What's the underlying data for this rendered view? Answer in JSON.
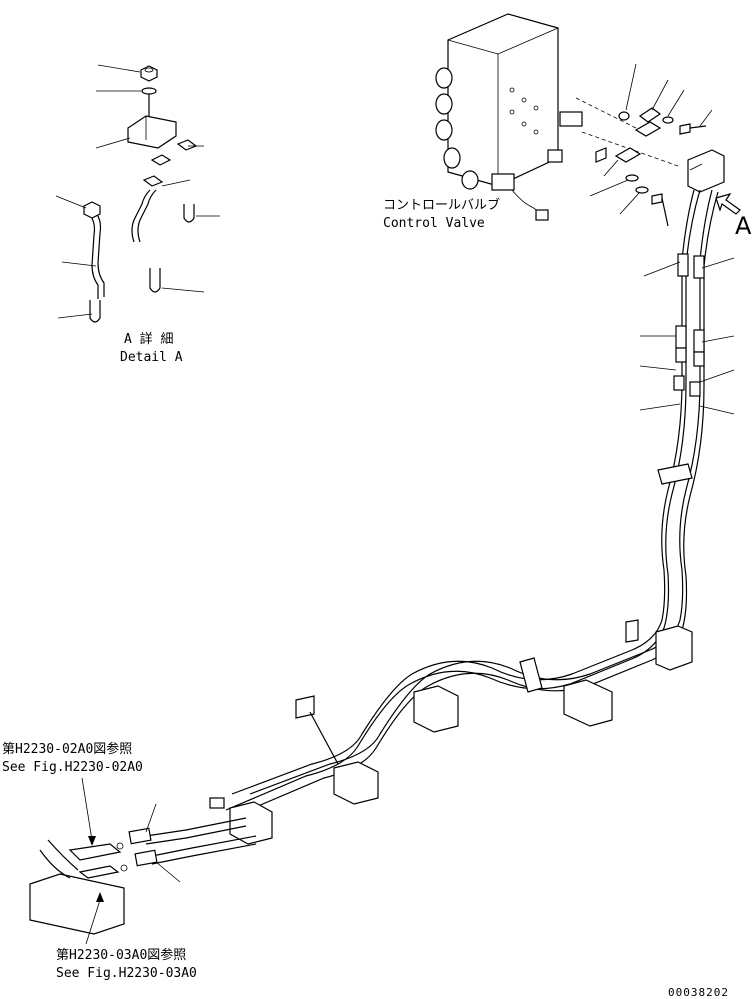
{
  "labels": {
    "control_valve_jp": "コントロールバルブ",
    "control_valve_en": "Control Valve",
    "view_arrow_letter": "A",
    "detail_jp": "A 詳 細",
    "detail_en": "Detail A",
    "ref_top_jp": "第H2230-02A0図参照",
    "ref_top_en": "See Fig.H2230-02A0",
    "ref_bottom_jp": "第H2230-03A0図参照",
    "ref_bottom_en": "See Fig.H2230-03A0",
    "drawing_number": "00038202"
  }
}
